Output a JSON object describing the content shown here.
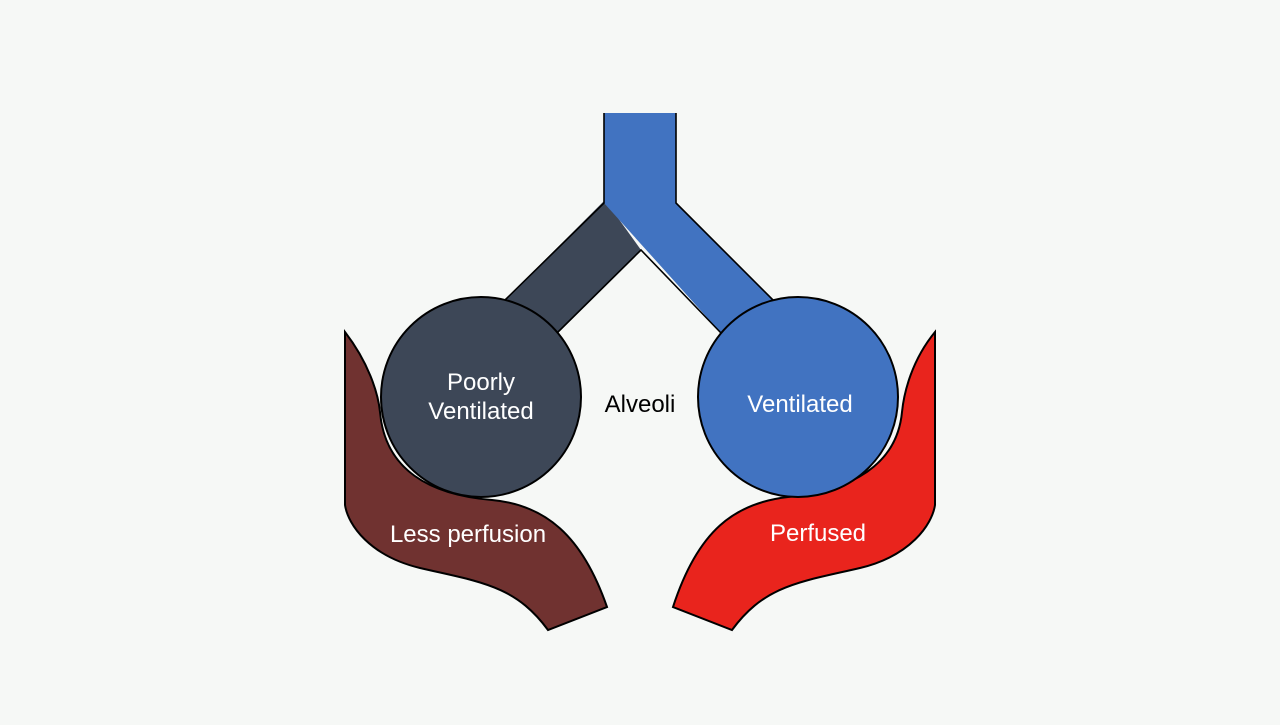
{
  "labels": {
    "left_alveolus_line1": "Poorly",
    "left_alveolus_line2": "Ventilated",
    "right_alveolus": "Ventilated",
    "center": "Alveoli",
    "left_vessel": "Less perfusion",
    "right_vessel": "Perfused"
  },
  "colors": {
    "background": "#f6f8f6",
    "airway_ventilated": "#4173c1",
    "airway_poor": "#3d4757",
    "vessel_less": "#703230",
    "vessel_perfused": "#e9241d",
    "outline": "#000000",
    "label_light": "#ffffff",
    "label_dark": "#000000"
  }
}
